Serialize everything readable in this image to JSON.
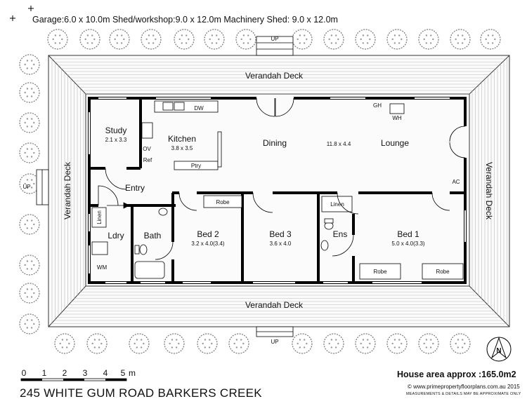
{
  "header": {
    "outbuildings": "Garage:6.0 x 10.0m  Shed/workshop:9.0 x 12.0m  Machinery Shed: 9.0 x 12.0m"
  },
  "deck": {
    "top": "Verandah Deck",
    "bottom": "Verandah Deck",
    "left": "Verandah Deck",
    "right": "Verandah Deck",
    "up_top": "UP",
    "up_bottom": "UP",
    "up_left": "UP"
  },
  "rooms": {
    "study": {
      "name": "Study",
      "size": "2.1 x 3.3"
    },
    "kitchen": {
      "name": "Kitchen",
      "size": "3.8 x 3.5"
    },
    "dining": {
      "name": "Dining"
    },
    "living": {
      "size": "11.8 x 4.4"
    },
    "lounge": {
      "name": "Lounge"
    },
    "entry": {
      "name": "Entry"
    },
    "laundry": {
      "name": "Ldry"
    },
    "bath": {
      "name": "Bath"
    },
    "bed2": {
      "name": "Bed 2",
      "size": "3.2 x 4.0(3.4)"
    },
    "bed3": {
      "name": "Bed 3",
      "size": "3.6 x 4.0"
    },
    "ensuite": {
      "name": "Ens"
    },
    "bed1": {
      "name": "Bed 1",
      "size": "5.0 x 4.0(3.3)"
    }
  },
  "fixtures": {
    "dw": "DW",
    "ov": "OV",
    "ref": "Ref",
    "ptry": "Ptry",
    "gh": "GH",
    "wh": "WH",
    "ac": "AC",
    "linen_ldry": "Linen",
    "linen_ens": "Linen",
    "wm": "WM",
    "robe_bed2": "Robe",
    "robe_bed1_left": "Robe",
    "robe_bed1_right": "Robe"
  },
  "scale": {
    "ticks": [
      "0",
      "1",
      "2",
      "3",
      "4",
      "5"
    ],
    "unit": "m"
  },
  "north": "N",
  "footer": {
    "address": "245 WHITE GUM ROAD BARKERS CREEK",
    "area": "House area approx :165.0m2",
    "website": "© www.primepropertyfloorplans.com.au 2015",
    "disclaimer": "MEASUREMENTS & DETAILS MAY BE APPROXIMATE ONLY"
  }
}
